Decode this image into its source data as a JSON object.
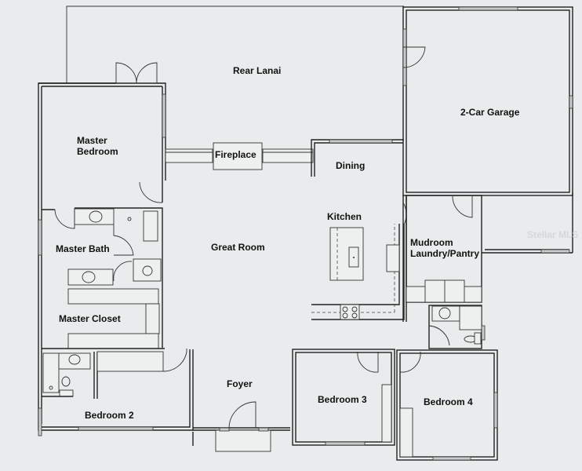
{
  "floor_plan": {
    "rooms": [
      {
        "id": "rear-lanai",
        "label": "Rear Lanai"
      },
      {
        "id": "two-car-garage",
        "label": "2-Car Garage"
      },
      {
        "id": "master-bedroom",
        "label_line1": "Master",
        "label_line2": "Bedroom"
      },
      {
        "id": "fireplace",
        "label": "Fireplace"
      },
      {
        "id": "dining",
        "label": "Dining"
      },
      {
        "id": "kitchen",
        "label": "Kitchen"
      },
      {
        "id": "master-bath",
        "label": "Master Bath"
      },
      {
        "id": "great-room",
        "label": "Great Room"
      },
      {
        "id": "mudroom",
        "label_line1": "Mudroom",
        "label_line2": "Laundry/Pantry"
      },
      {
        "id": "master-closet",
        "label": "Master Closet"
      },
      {
        "id": "foyer",
        "label": "Foyer"
      },
      {
        "id": "bedroom-2",
        "label": "Bedroom 2"
      },
      {
        "id": "bedroom-3",
        "label": "Bedroom 3"
      },
      {
        "id": "bedroom-4",
        "label": "Bedroom 4"
      }
    ],
    "watermark": "Stellar MLS",
    "colors": {
      "background": "#e9ecec",
      "walls": "#222222",
      "text": "#111111"
    }
  }
}
